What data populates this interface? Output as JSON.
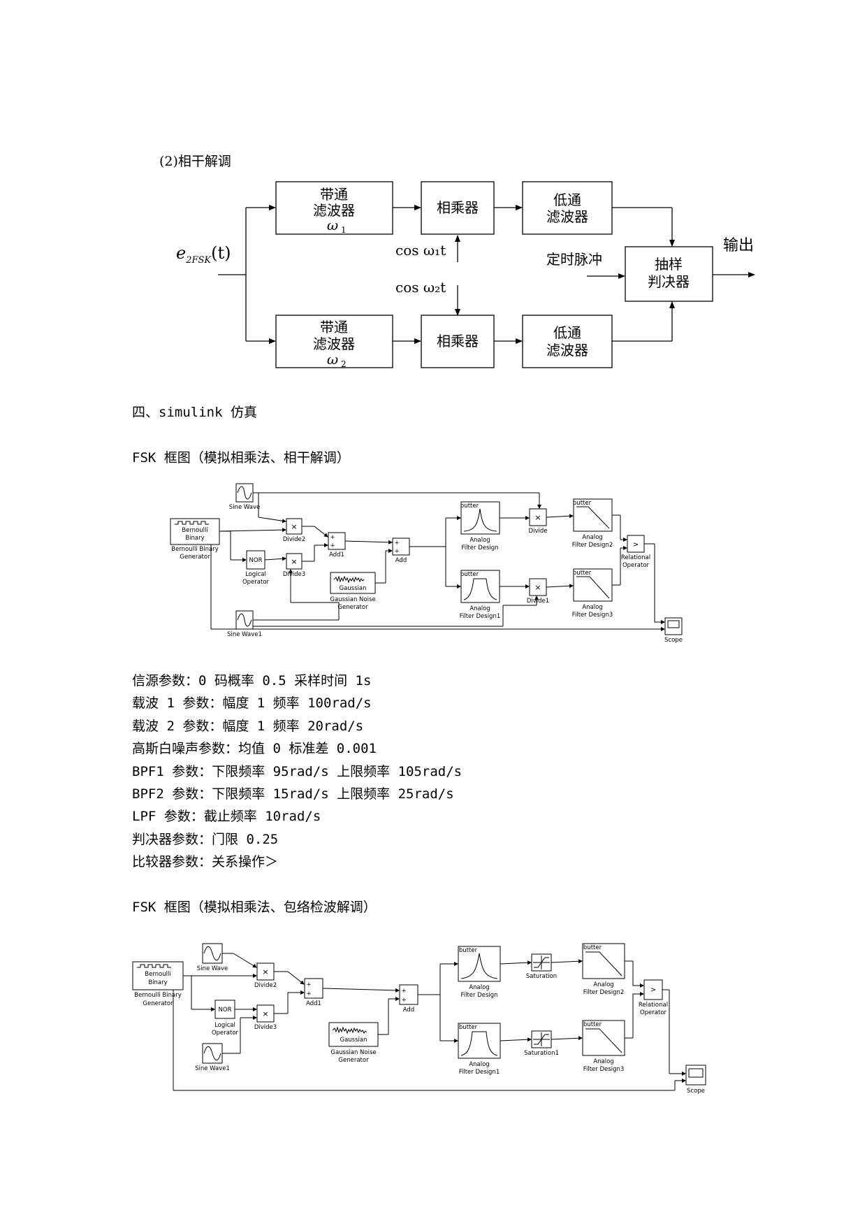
{
  "section_demod": "(2)相干解调",
  "demod_diagram": {
    "input_label": "e",
    "input_sub": "2FSK",
    "input_arg": "(t)",
    "bpf1": [
      "带通",
      "滤波器",
      "ω",
      "1"
    ],
    "bpf2": [
      "带通",
      "滤波器",
      "ω",
      "2"
    ],
    "mult": "相乘器",
    "lpf": [
      "低通",
      "滤波器"
    ],
    "carrier1": "cos ω₁t",
    "carrier2": "cos ω₂t",
    "timing": "定时脉冲",
    "decider": [
      "抽样",
      "判决器"
    ],
    "output": "输出"
  },
  "section4_title": "四、simulink 仿真",
  "fig1_caption": "FSK 框图（模拟相乘法、相干解调）",
  "fig1": {
    "sine_wave": "Sine Wave",
    "sine_wave1": "Sine Wave1",
    "bernoulli_inner": [
      "Bernoulli",
      "Binary"
    ],
    "bernoulli_label": [
      "Bernoulli Binary",
      "Generator"
    ],
    "nor": "NOR",
    "logical_label": [
      "Logical",
      "Operator"
    ],
    "divide2": "Divide2",
    "divide3": "Divide3",
    "add1": "Add1",
    "add": "Add",
    "gaussian_inner": "Gaussian",
    "gaussian_label": [
      "Gaussian Noise",
      "Generator"
    ],
    "butter": "butter",
    "afd": [
      "Analog",
      "Filter Design"
    ],
    "afd1": [
      "Analog",
      "Filter Design1"
    ],
    "afd2": [
      "Analog",
      "Filter Design2"
    ],
    "afd3": [
      "Analog",
      "Filter Design3"
    ],
    "divide": "Divide",
    "divide1": "Divide1",
    "relational": [
      "Relational",
      "Operator"
    ],
    "scope": "Scope"
  },
  "params": [
    "信源参数：0 码概率 0.5 采样时间 1s",
    "载波 1 参数：幅度 1 频率 100rad/s",
    "载波 2 参数：幅度 1 频率 20rad/s",
    "高斯白噪声参数：均值 0 标准差 0.001",
    "BPF1 参数：下限频率 95rad/s 上限频率 105rad/s",
    "BPF2 参数：下限频率 15rad/s 上限频率 25rad/s",
    "LPF 参数：截止频率 10rad/s",
    "判决器参数：门限 0.25",
    "比较器参数：关系操作＞"
  ],
  "fig2_caption": "FSK 框图（模拟相乘法、包络检波解调）",
  "fig2": {
    "sine_wave": "Sine Wave",
    "sine_wave1": "Sine Wave1",
    "bernoulli_inner": [
      "Bernoulli",
      "Binary"
    ],
    "bernoulli_label": [
      "Bernoulli Binary",
      "Generator"
    ],
    "nor": "NOR",
    "logical_label": [
      "Logical",
      "Operator"
    ],
    "divide2": "Divide2",
    "divide3": "Divide3",
    "add1": "Add1",
    "add": "Add",
    "gaussian_inner": "Gaussian",
    "gaussian_label": [
      "Gaussian Noise",
      "Generator"
    ],
    "butter": "butter",
    "afd": [
      "Analog",
      "Filter Design"
    ],
    "afd1": [
      "Analog",
      "Filter Design1"
    ],
    "afd2": [
      "Analog",
      "Filter Design2"
    ],
    "afd3": [
      "Analog",
      "Filter Design3"
    ],
    "saturation": "Saturation",
    "saturation1": "Saturation1",
    "relational": [
      "Relational",
      "Operator"
    ],
    "scope": "Scope"
  }
}
